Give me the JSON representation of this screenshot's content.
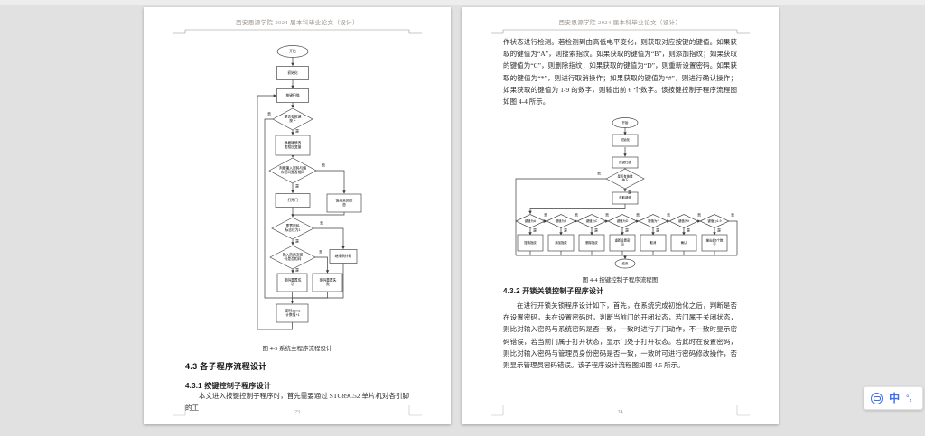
{
  "pages": {
    "left": {
      "header": "西安思源学院 2024 届本科毕业论文（设计）",
      "flow": {
        "start": "开始",
        "init": "初始化",
        "keyscan": "按键扫描",
        "d_keypress": "是否有按键\n按下",
        "set_var": "根据键值改\n变相应变量",
        "d_match": "判断输入密码与储\n存密码是否相同",
        "open_door": "打开门",
        "keep_closed": "保持关闭状\n态",
        "d_resetflag": "重置密码\n标志位为1",
        "d_twice": "输入的两次密\n码是否相同",
        "countdown": "继续倒计时",
        "reset_ok": "密码重置成\n功",
        "reset_fail": "密码重置失\n败",
        "timer": "定时10ms\n计数值+1",
        "yes": "是",
        "no": "否"
      },
      "caption": "图 4-3  系统主程序流程设计",
      "heading_section": "4.3  各子程序流程设计",
      "heading_sub": "4.3.1  按键控制子程序设计",
      "body": "本文进入按键控制子程序时，首先需要通过 STC89C52 单片机对各引脚的工",
      "page_number": "23"
    },
    "right": {
      "header": "西安思源学院 2024 届本科毕业论文（设计）",
      "para_top": "作状态进行检测。若检测到由高低电平变化，则获取对应按键的键值。如果获取的键值为“A”，则搜索指纹。如果获取的键值为“B”，则添加指纹；如果获取的键值为“C”，则删除指纹；如果获取的键值为“D”，则重新设置密码。如果获取的键值为“*”，则进行取消操作；如果获取的键值为“#”，则进行确认操作；如果获取的键值为 1-9 的数字，则输出前 6 个数字。该按键控制子程序流程图如图 4-4 所示。",
      "flow": {
        "start": "开始",
        "init": "初始化",
        "keyscan": "按键扫描",
        "d_keypress": "是否有按键\n按下",
        "getkey": "获取键值",
        "branches": [
          {
            "cond": "键值为A",
            "action": "搜索指纹"
          },
          {
            "cond": "键值为B",
            "action": "添加指纹"
          },
          {
            "cond": "键值为C",
            "action": "删除指纹"
          },
          {
            "cond": "键值为D",
            "action": "重新设置密\n码"
          },
          {
            "cond": "键值为*",
            "action": "取消"
          },
          {
            "cond": "键值为#",
            "action": "确认"
          },
          {
            "cond": "键值为1-9",
            "action": "输出前6个数\n字"
          }
        ],
        "end": "结束",
        "yes": "是",
        "no": "否"
      },
      "caption": "图 4-4  按键控制子程序流程图",
      "heading_sub": "4.3.2  开锁关锁控制子程序设计",
      "para_bottom": "在进行开锁关锁程序设计如下，首先，在系统完成初始化之后，判断是否在设置密码，未在设置密码时，判断当前门的开闭状态，若门属于关闭状态，则比对输入密码与系统密码是否一致，一致时进行开门动作，不一致时显示密码错误，若当前门属于打开状态，显示门处于打开状态。若此时在设置密码，则比对输入密码与管理员身份密码是否一致，一致时可进行密码修改操作，否则显示管理员密码错误。该子程序设计流程图如图 4.5 所示。",
      "page_number": "24"
    },
    "ime": {
      "language_mode": "中",
      "punctuation_mode": "°，"
    }
  }
}
